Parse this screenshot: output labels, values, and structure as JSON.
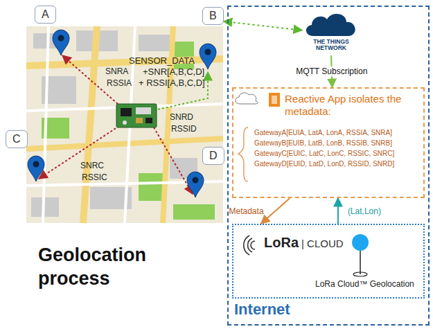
{
  "diagram": {
    "title": "Geolocation process",
    "nodes": [
      {
        "text": [
          "A"
        ]
      },
      {
        "text": [
          "B"
        ]
      },
      {
        "text": [
          "C"
        ]
      },
      {
        "text": [
          "D"
        ]
      },
      {
        "text": [
          "Internet"
        ]
      },
      {
        "text": [
          "THE THINGS NETWORK"
        ],
        "in": 4
      },
      {
        "text": [
          "Reactive App isolates the metadata:",
          "GatewayA[EUIA, LatA, LonA, RSSIA, SNRA]",
          "GatewayB[EUIB, LatB, LonB, RSSIB, SNRB]",
          "GatewayC[EUIC, LatC, LonC, RSSIC, SNRC]",
          "GatewayD[EUID, LatD, LonD, RSSID, SNRD]"
        ],
        "in": 4
      },
      {
        "text": [
          "LoRa",
          "| CLOUD",
          "LoRa Cloud™ Geolocation"
        ],
        "in": 4
      }
    ],
    "edges": [
      {
        "from": 1,
        "to": 5,
        "arrow": "both"
      },
      {
        "from": 5,
        "to": 6,
        "label": "MQTT Subscription",
        "arrow": "to"
      },
      {
        "from": 6,
        "to": 7,
        "label": "Metadata",
        "arrow": "to"
      },
      {
        "from": 7,
        "to": 6,
        "label": "(Lat,Lon)",
        "arrow": "to"
      }
    ],
    "labels": [
      "SENSOR_DATA",
      "+SNR[A,B,C,D]",
      "+ RSSI[A,B,C,D]",
      "SNRA",
      "RSSIA",
      "SNRC",
      "RSSIC",
      "SNRD",
      "RSSID"
    ]
  }
}
